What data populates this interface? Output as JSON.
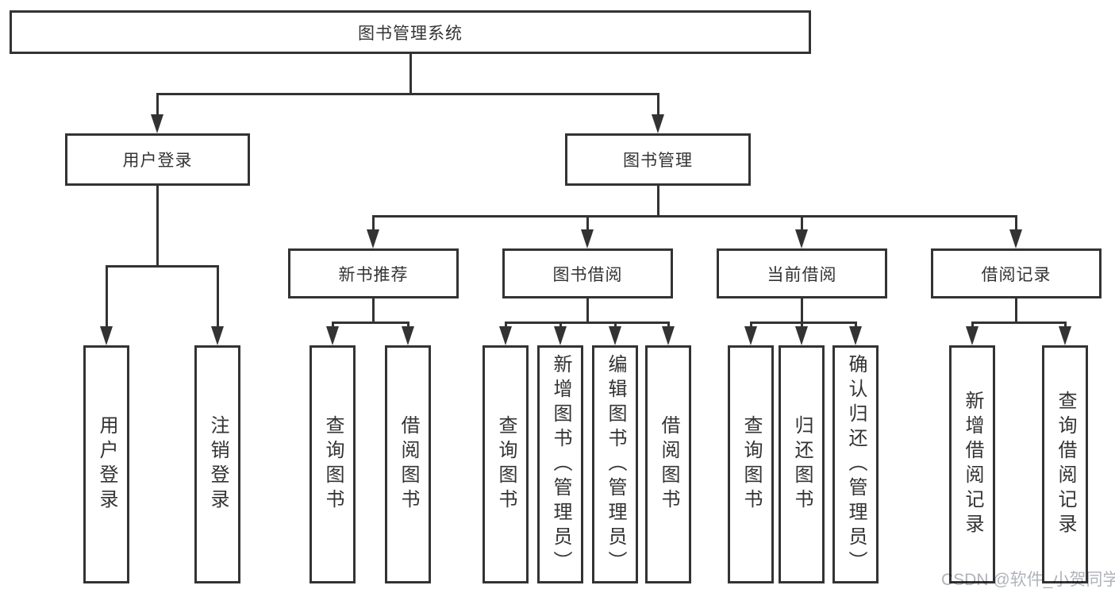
{
  "tree": {
    "label": "图书管理系统",
    "children": [
      {
        "label": "用户登录",
        "children": [
          {
            "label": "用户登录"
          },
          {
            "label": "注销登录"
          }
        ]
      },
      {
        "label": "图书管理",
        "children": [
          {
            "label": "新书推荐",
            "children": [
              {
                "label": "查询图书"
              },
              {
                "label": "借阅图书"
              }
            ]
          },
          {
            "label": "图书借阅",
            "children": [
              {
                "label": "查询图书"
              },
              {
                "label": "新增图书（管理员）"
              },
              {
                "label": "编辑图书（管理员）"
              },
              {
                "label": "借阅图书"
              }
            ]
          },
          {
            "label": "当前借阅",
            "children": [
              {
                "label": "查询图书"
              },
              {
                "label": "归还图书"
              },
              {
                "label": "确认归还（管理员）"
              }
            ]
          },
          {
            "label": "借阅记录",
            "children": [
              {
                "label": "新增借阅记录"
              },
              {
                "label": "查询借阅记录"
              }
            ]
          }
        ]
      }
    ]
  },
  "watermark": {
    "text": "CSDN @软件_小贺同学"
  },
  "colors": {
    "line": "#333333",
    "box_border": "#333333",
    "box_background": "#ffffff",
    "page_background": "#ffffff",
    "watermark": "#b0b4ba"
  }
}
